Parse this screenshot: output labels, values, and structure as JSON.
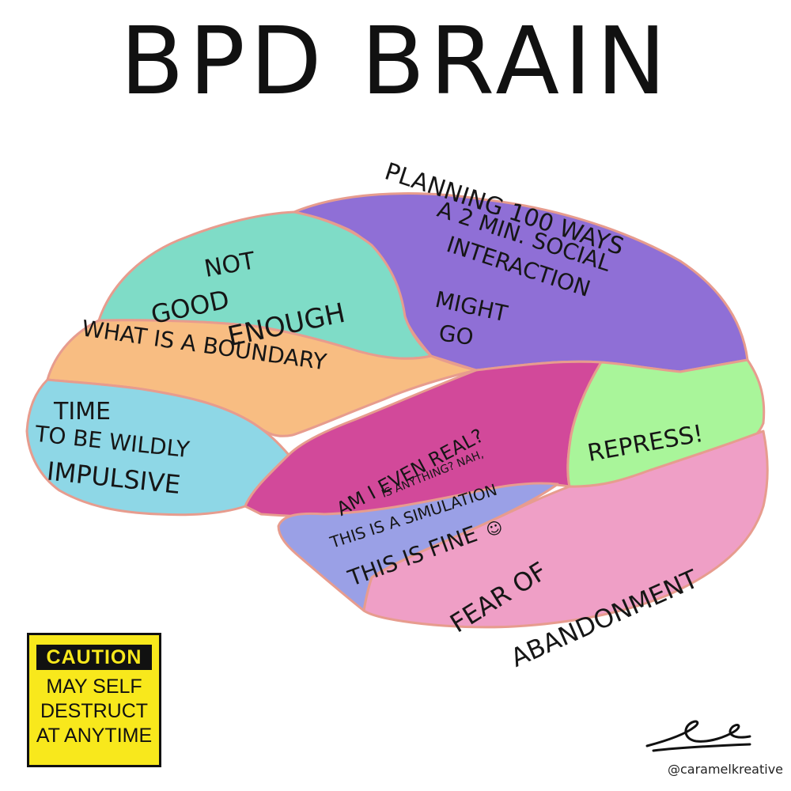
{
  "title": "BPD BRAIN",
  "regions": {
    "not_good_enough": [
      "NOT",
      "GOOD",
      "ENOUGH"
    ],
    "planning": [
      "PLANNING 100 WAYS",
      "A 2 MIN. SOCIAL",
      "INTERACTION",
      "MIGHT",
      "GO"
    ],
    "boundary": "WHAT IS A BOUNDARY",
    "impulsive": [
      "TIME",
      "TO BE WILDLY",
      "IMPULSIVE"
    ],
    "real": [
      "AM I EVEN REAL?",
      "IS ANYTHING? NAH,",
      "THIS IS A SIMULATION"
    ],
    "repress": "REPRESS!",
    "fine": "THIS IS FINE",
    "fine_emoji": "☺",
    "fear": [
      "FEAR OF",
      "ABANDONMENT"
    ]
  },
  "caution": {
    "header": "CAUTION",
    "lines": [
      "MAY SELF",
      "DESTRUCT",
      "AT ANYTIME"
    ]
  },
  "credit": "@caramelkreative",
  "colors": {
    "teal": "#7fdcc7",
    "purple": "#8f6fd6",
    "orange": "#f8bd82",
    "blue": "#8ed7e6",
    "magenta": "#d2499a",
    "green": "#a9f59a",
    "lavender": "#9aa0e6",
    "pink": "#ef9fc6",
    "outline": "#e79c8e",
    "caution_yellow": "#f8e81c"
  }
}
